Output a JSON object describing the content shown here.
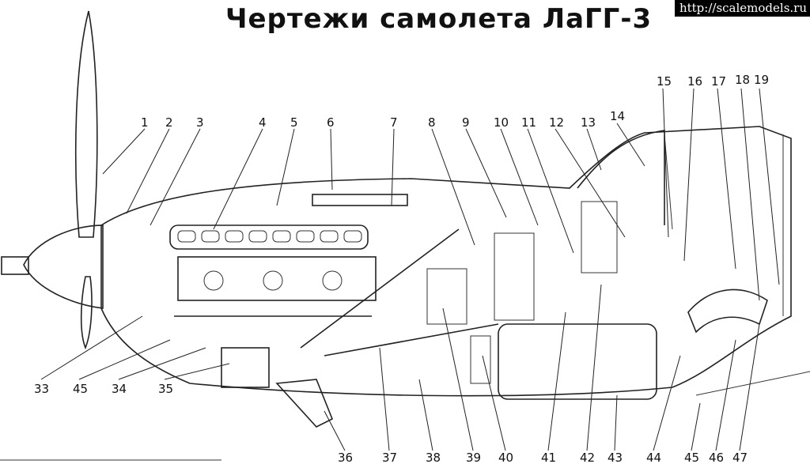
{
  "title": "Чертежи самолета ЛаГГ-3",
  "watermark": "http://scalemodels.ru",
  "callouts": [
    "1",
    "2",
    "3",
    "4",
    "5",
    "6",
    "7",
    "8",
    "9",
    "10",
    "11",
    "12",
    "13",
    "14",
    "15",
    "16",
    "17",
    "18",
    "19",
    "33",
    "45",
    "34",
    "35",
    "36",
    "37",
    "38",
    "39",
    "40",
    "41",
    "42",
    "43",
    "44",
    "45",
    "46",
    "47"
  ]
}
